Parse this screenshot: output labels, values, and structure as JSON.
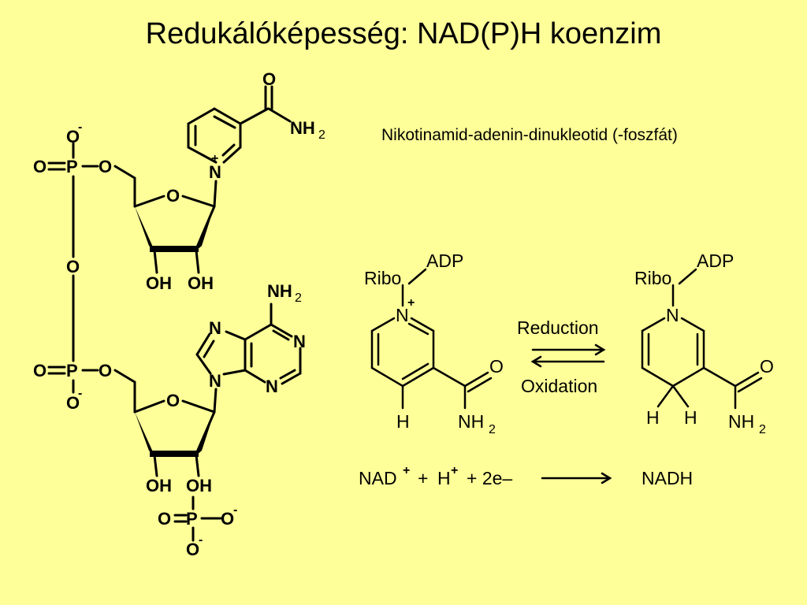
{
  "title": "Redukálóképesség: NAD(P)H koenzim",
  "subtitle": "Nikotinamid-adenin-dinukleotid (-foszfát)",
  "left_structure": {
    "O": "O",
    "P": "P",
    "OH": "OH",
    "N": "N",
    "NH": "NH",
    "sub2": "2",
    "minus": "-",
    "plus": "+"
  },
  "reaction_scheme": {
    "ribo": "Ribo",
    "adp": "ADP",
    "n": "N",
    "h": "H",
    "o": "O",
    "nh": "NH",
    "sub2": "2",
    "plus": "+",
    "reduction": "Reduction",
    "oxidation": "Oxidation"
  },
  "equation": {
    "nad": "NAD",
    "plus_sign": "+",
    "h": "H",
    "electrons": "+ 2e–",
    "product": "NADH"
  }
}
